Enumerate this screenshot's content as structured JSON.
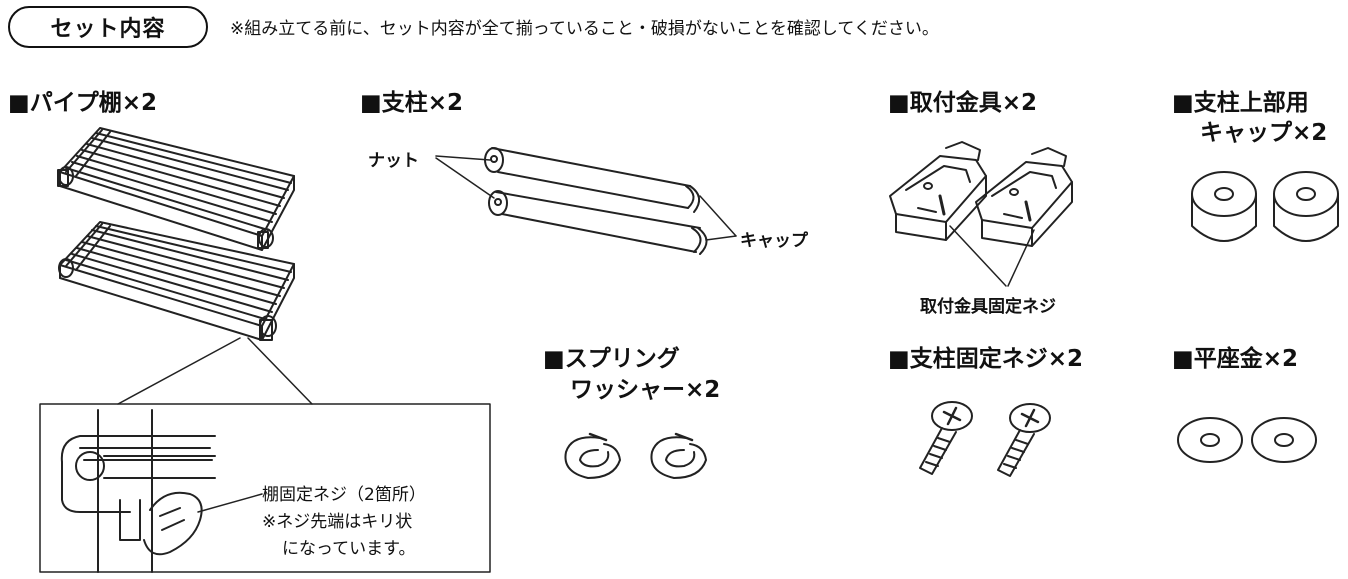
{
  "header": {
    "badge": "セット内容",
    "note": "※組み立てる前に、セット内容が全て揃っていること・破損がないことを確認してください。"
  },
  "items": {
    "pipe_shelf": {
      "title": "■パイプ棚×2"
    },
    "post": {
      "title": "■支柱×2",
      "nut_label": "ナット",
      "cap_label": "キャップ"
    },
    "bracket": {
      "title": "■取付金具×2",
      "screw_label": "取付金具固定ネジ"
    },
    "top_cap": {
      "title_line1": "■支柱上部用",
      "title_line2": "キャップ×2"
    },
    "spring_washer": {
      "title_line1": "■スプリング",
      "title_line2": "ワッシャー×2"
    },
    "post_screw": {
      "title": "■支柱固定ネジ×2"
    },
    "flat_washer": {
      "title": "■平座金×2"
    }
  },
  "detail": {
    "line1": "棚固定ネジ（2箇所）",
    "line2": "※ネジ先端はキリ状",
    "line3": "になっています。"
  }
}
